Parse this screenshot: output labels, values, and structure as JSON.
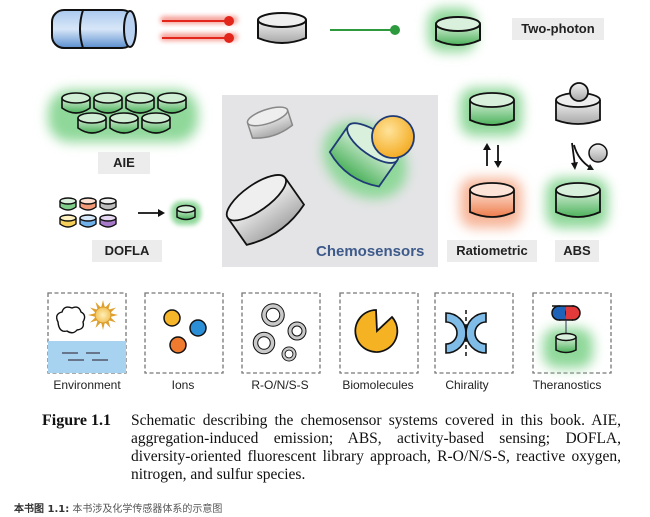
{
  "figure": {
    "top_labels": {
      "two_photon": "Two-photon"
    },
    "center_label": "Chemosensors",
    "left_labels": {
      "aie": "AIE",
      "dofla": "DOFLA"
    },
    "right_labels": {
      "ratiometric": "Ratiometric",
      "abs": "ABS"
    },
    "categories": [
      {
        "label": "Environment"
      },
      {
        "label": "Ions"
      },
      {
        "label": "R-O/N/S-S"
      },
      {
        "label": "Biomolecules"
      },
      {
        "label": "Chirality"
      },
      {
        "label": "Theranostics"
      }
    ],
    "colors": {
      "green": "#5cbf6a",
      "glow_green": "#8fd89a",
      "red_glow": "#e53a2f",
      "orange": "#f08a5d",
      "gray": "#c8c8c8",
      "blue": "#5b93d3",
      "yellow": "#f5b324",
      "center_bg": "#e4e4e6",
      "label_bg": "#ececec",
      "chemosensors_text": "#3d5a8a"
    }
  },
  "caption": {
    "figure_number": "Figure 1.1",
    "text": "Schematic describing the chemosensor systems covered in this book. AIE, aggregation-induced emission; ABS, activity-based sensing; DOFLA, diversity-oriented fluorescent library approach, R-O/N/S-S, reactive oxygen, nitrogen, and sulfur species."
  },
  "chinese_caption": {
    "prefix": "本书图 1.1:",
    "text": " 本书涉及化学传感器体系的示意图"
  }
}
